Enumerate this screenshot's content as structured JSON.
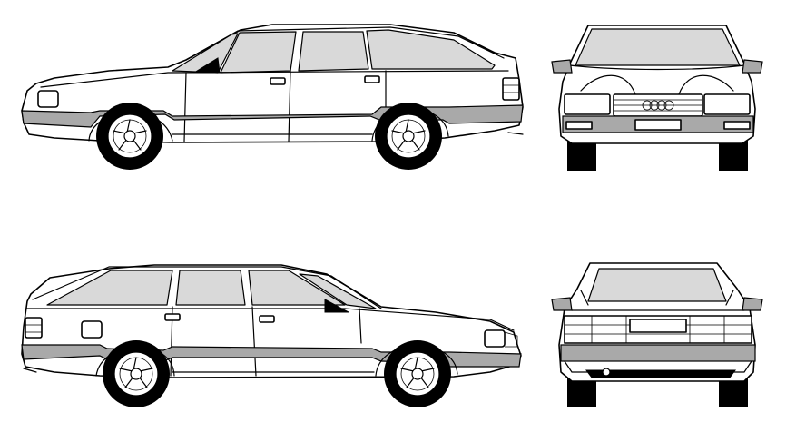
{
  "drawing": {
    "subject": "Audi 100 Avant",
    "views": [
      "side-left",
      "front",
      "side-right",
      "rear"
    ]
  },
  "colors": {
    "body": "#ffffff",
    "glass": "#d9d9d9",
    "trim": "#a9a9a9",
    "tyre": "#000000",
    "line": "#000000"
  }
}
